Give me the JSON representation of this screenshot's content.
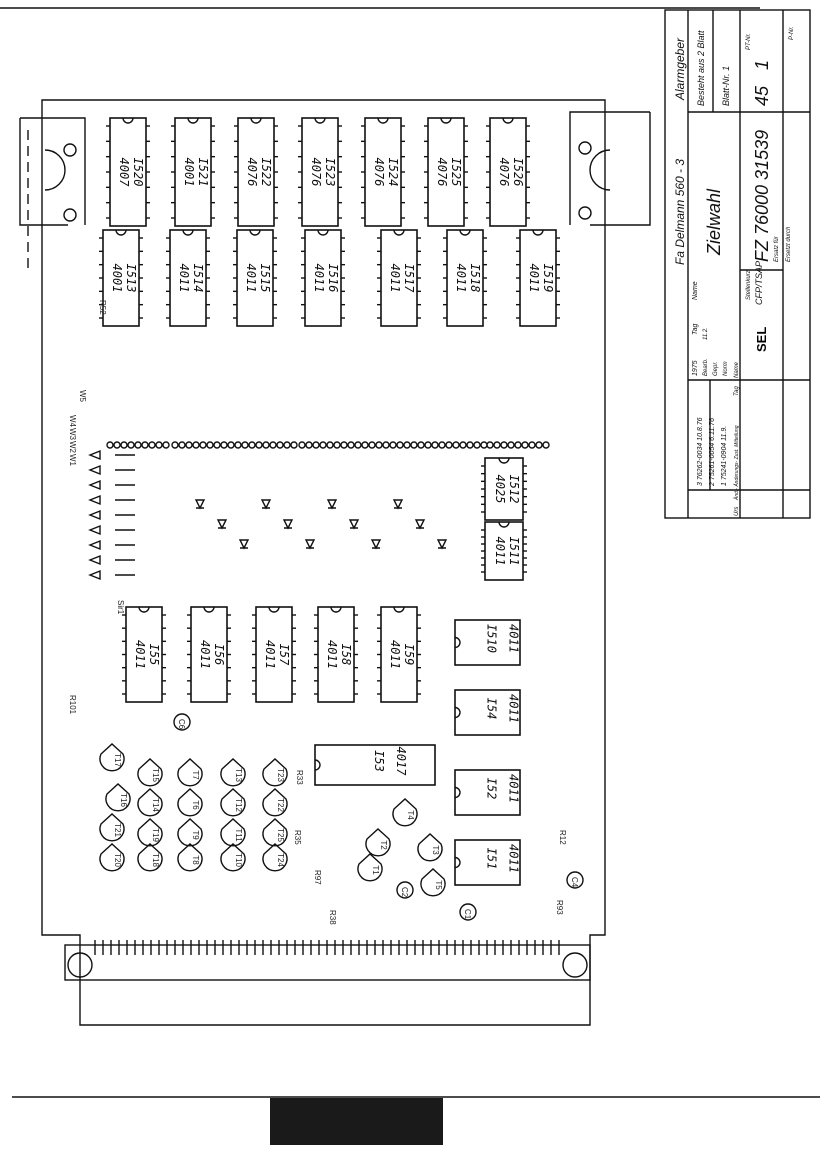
{
  "title_block": {
    "company_line": "Fa  Delmann  560 - 3",
    "device": "Alarmgeber",
    "title": "Zielwahl",
    "drawing_number": "FZ  76000  31539",
    "sheet_code": "45",
    "sheet_index": "1",
    "bestehend_aus": "Besteht aus 2 Blatt",
    "blatt_nr": "Blatt-Nr. 1",
    "pt_nr": "PT-Nr.",
    "p_nr": "P-Nr.",
    "ersatz_fur": "Ersatz für",
    "ersetzt_durch": "Ersetzt durch",
    "year": "1975",
    "col_tag": "Tag",
    "col_name": "Name",
    "rows": [
      "Bearb.",
      "Gepr.",
      "Norm"
    ],
    "bearb_tag": "11.2.",
    "stellenkurz_label": "Stellenkurz",
    "stellenkurz": "CFP/TSAP",
    "brand": "SEL",
    "revisions": [
      {
        "idx": "3",
        "text": "76262-0034 10.8.76"
      },
      {
        "idx": "2",
        "text": "75261-0054 6.11.76"
      },
      {
        "idx": "1",
        "text": "75241-0904 11.9."
      }
    ],
    "aend_label": "Änd.- Änderungs- Zust. Mitteilung",
    "tag_label": "Tag",
    "name_label": "Name",
    "urs_label": "Urs"
  },
  "ics": [
    {
      "name": "I520",
      "type": "4007"
    },
    {
      "name": "I521",
      "type": "4001"
    },
    {
      "name": "I522",
      "type": "4076"
    },
    {
      "name": "I523",
      "type": "4076"
    },
    {
      "name": "I524",
      "type": "4076"
    },
    {
      "name": "I525",
      "type": "4076"
    },
    {
      "name": "I526",
      "type": "4076"
    },
    {
      "name": "I513",
      "type": "4001"
    },
    {
      "name": "I514",
      "type": "4011"
    },
    {
      "name": "I515",
      "type": "4011"
    },
    {
      "name": "I516",
      "type": "4011"
    },
    {
      "name": "I517",
      "type": "4011"
    },
    {
      "name": "I518",
      "type": "4011"
    },
    {
      "name": "I519",
      "type": "4011"
    },
    {
      "name": "I512",
      "type": "4025"
    },
    {
      "name": "I511",
      "type": "4011"
    },
    {
      "name": "I55",
      "type": "4011"
    },
    {
      "name": "I56",
      "type": "4011"
    },
    {
      "name": "I57",
      "type": "4011"
    },
    {
      "name": "I58",
      "type": "4011"
    },
    {
      "name": "I59",
      "type": "4011"
    },
    {
      "name": "I510",
      "type": "4011"
    },
    {
      "name": "I54",
      "type": "4011"
    },
    {
      "name": "I53",
      "type": "4017"
    },
    {
      "name": "I52",
      "type": "4011"
    },
    {
      "name": "I51",
      "type": "4011"
    }
  ],
  "components": {
    "transistors": [
      "T17",
      "T15",
      "T7",
      "T13",
      "T23",
      "T16",
      "T14",
      "T6",
      "T12",
      "T22",
      "T21",
      "T19",
      "T9",
      "T11",
      "T25",
      "T20",
      "T18",
      "T8",
      "T10",
      "T24",
      "T1",
      "T2",
      "T3",
      "T4",
      "T5"
    ],
    "capacitors": [
      "C6",
      "C2",
      "C1",
      "C4"
    ],
    "misc": [
      "W5",
      "W4",
      "W3",
      "W2",
      "W1",
      "Sir1",
      "R52",
      "R12",
      "R93",
      "R38",
      "R97",
      "R35",
      "R33",
      "R101"
    ]
  }
}
